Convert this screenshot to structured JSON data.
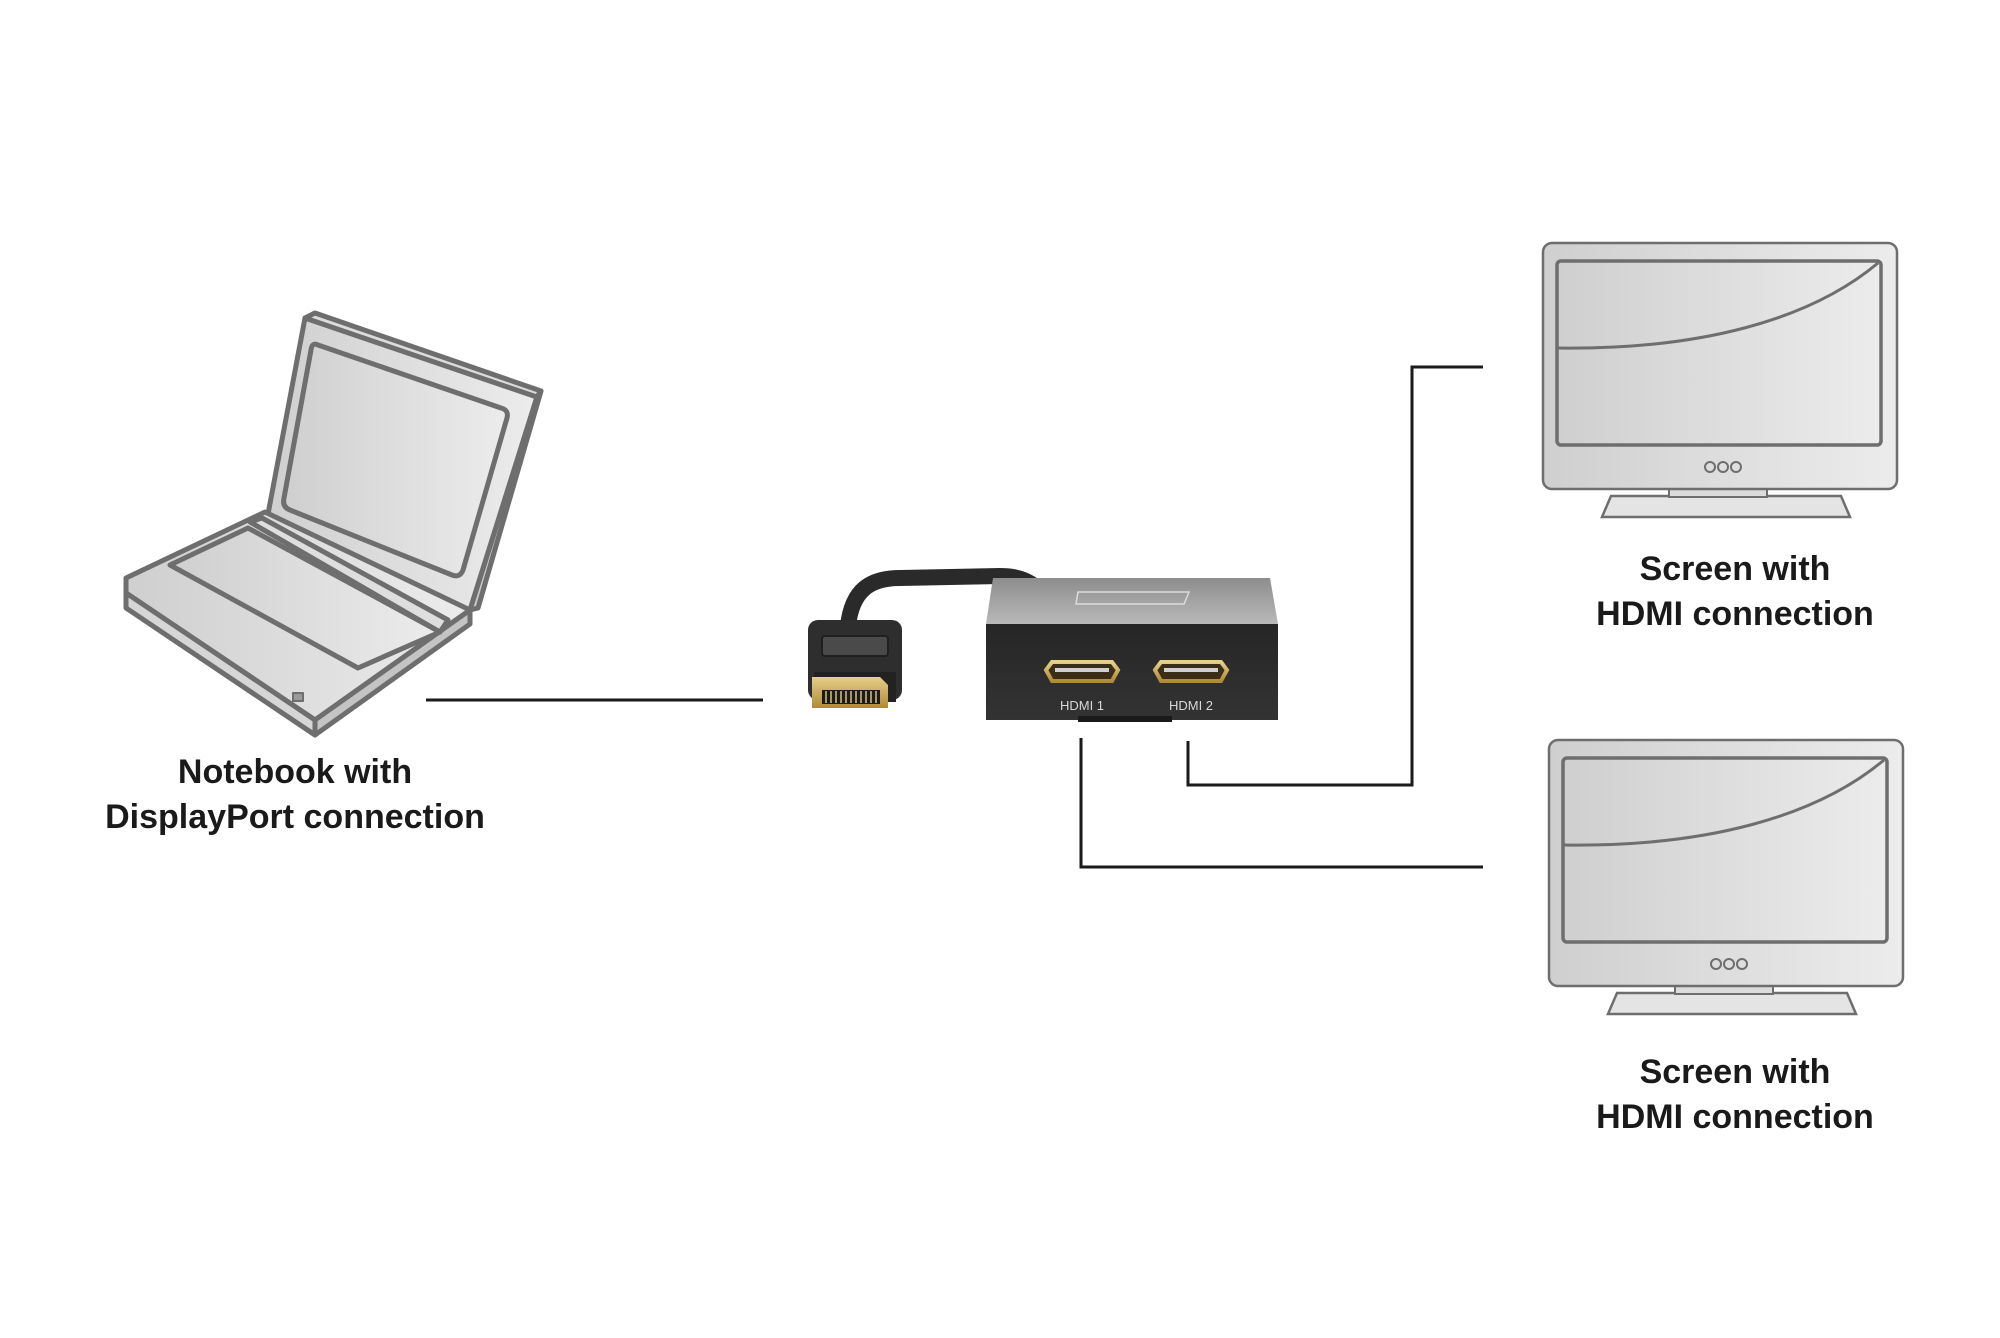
{
  "diagram": {
    "title": "DisplayPort to dual HDMI splitter connection diagram",
    "source": {
      "name": "notebook",
      "label_line1": "Notebook with",
      "label_line2": "DisplayPort connection"
    },
    "device": {
      "name": "DisplayPort to HDMI splitter",
      "ports": [
        {
          "id": "hdmi1",
          "label": "HDMI 1"
        },
        {
          "id": "hdmi2",
          "label": "HDMI 2"
        }
      ],
      "connector": "DisplayPort plug"
    },
    "outputs": [
      {
        "id": "screen-top",
        "label_line1": "Screen with",
        "label_line2": "HDMI connection",
        "connected_port": "HDMI 2"
      },
      {
        "id": "screen-bottom",
        "label_line1": "Screen with",
        "label_line2": "HDMI connection",
        "connected_port": "HDMI 1"
      }
    ],
    "colors": {
      "line": "#1a1a1a",
      "outline": "#6e6e6e",
      "device_body": "#2b2b2b",
      "device_top": "#a9a9a9",
      "gold": "#c9a54a"
    }
  }
}
